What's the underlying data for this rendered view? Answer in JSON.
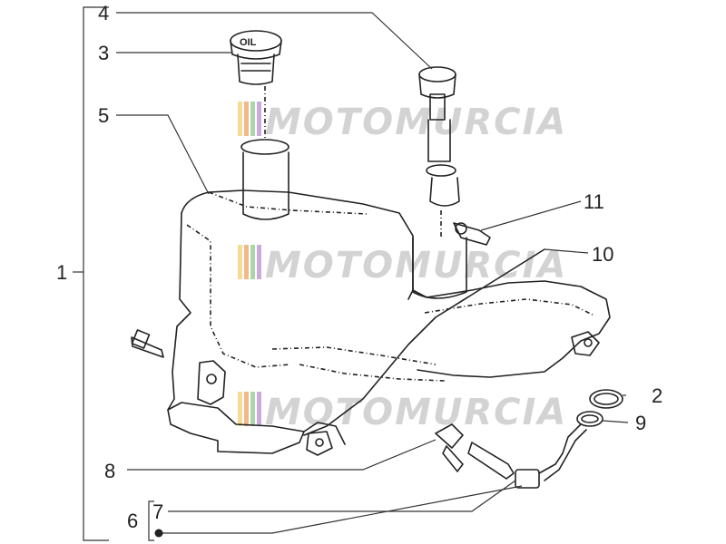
{
  "diagram": {
    "callouts": [
      {
        "id": "1",
        "label": "1"
      },
      {
        "id": "2",
        "label": "2"
      },
      {
        "id": "3",
        "label": "3"
      },
      {
        "id": "4",
        "label": "4"
      },
      {
        "id": "5",
        "label": "5"
      },
      {
        "id": "6",
        "label": "6"
      },
      {
        "id": "7",
        "label": "7"
      },
      {
        "id": "8",
        "label": "8"
      },
      {
        "id": "9",
        "label": "9"
      },
      {
        "id": "10",
        "label": "10"
      },
      {
        "id": "11",
        "label": "11"
      }
    ],
    "watermark": "MOTOMURCIA",
    "colors": {
      "line": "#222222",
      "watermark_text": "#cfcfcf",
      "watermark_stripes": [
        "#f2d98a",
        "#f0b27a",
        "#9fd39f",
        "#c9a0dc"
      ]
    }
  }
}
